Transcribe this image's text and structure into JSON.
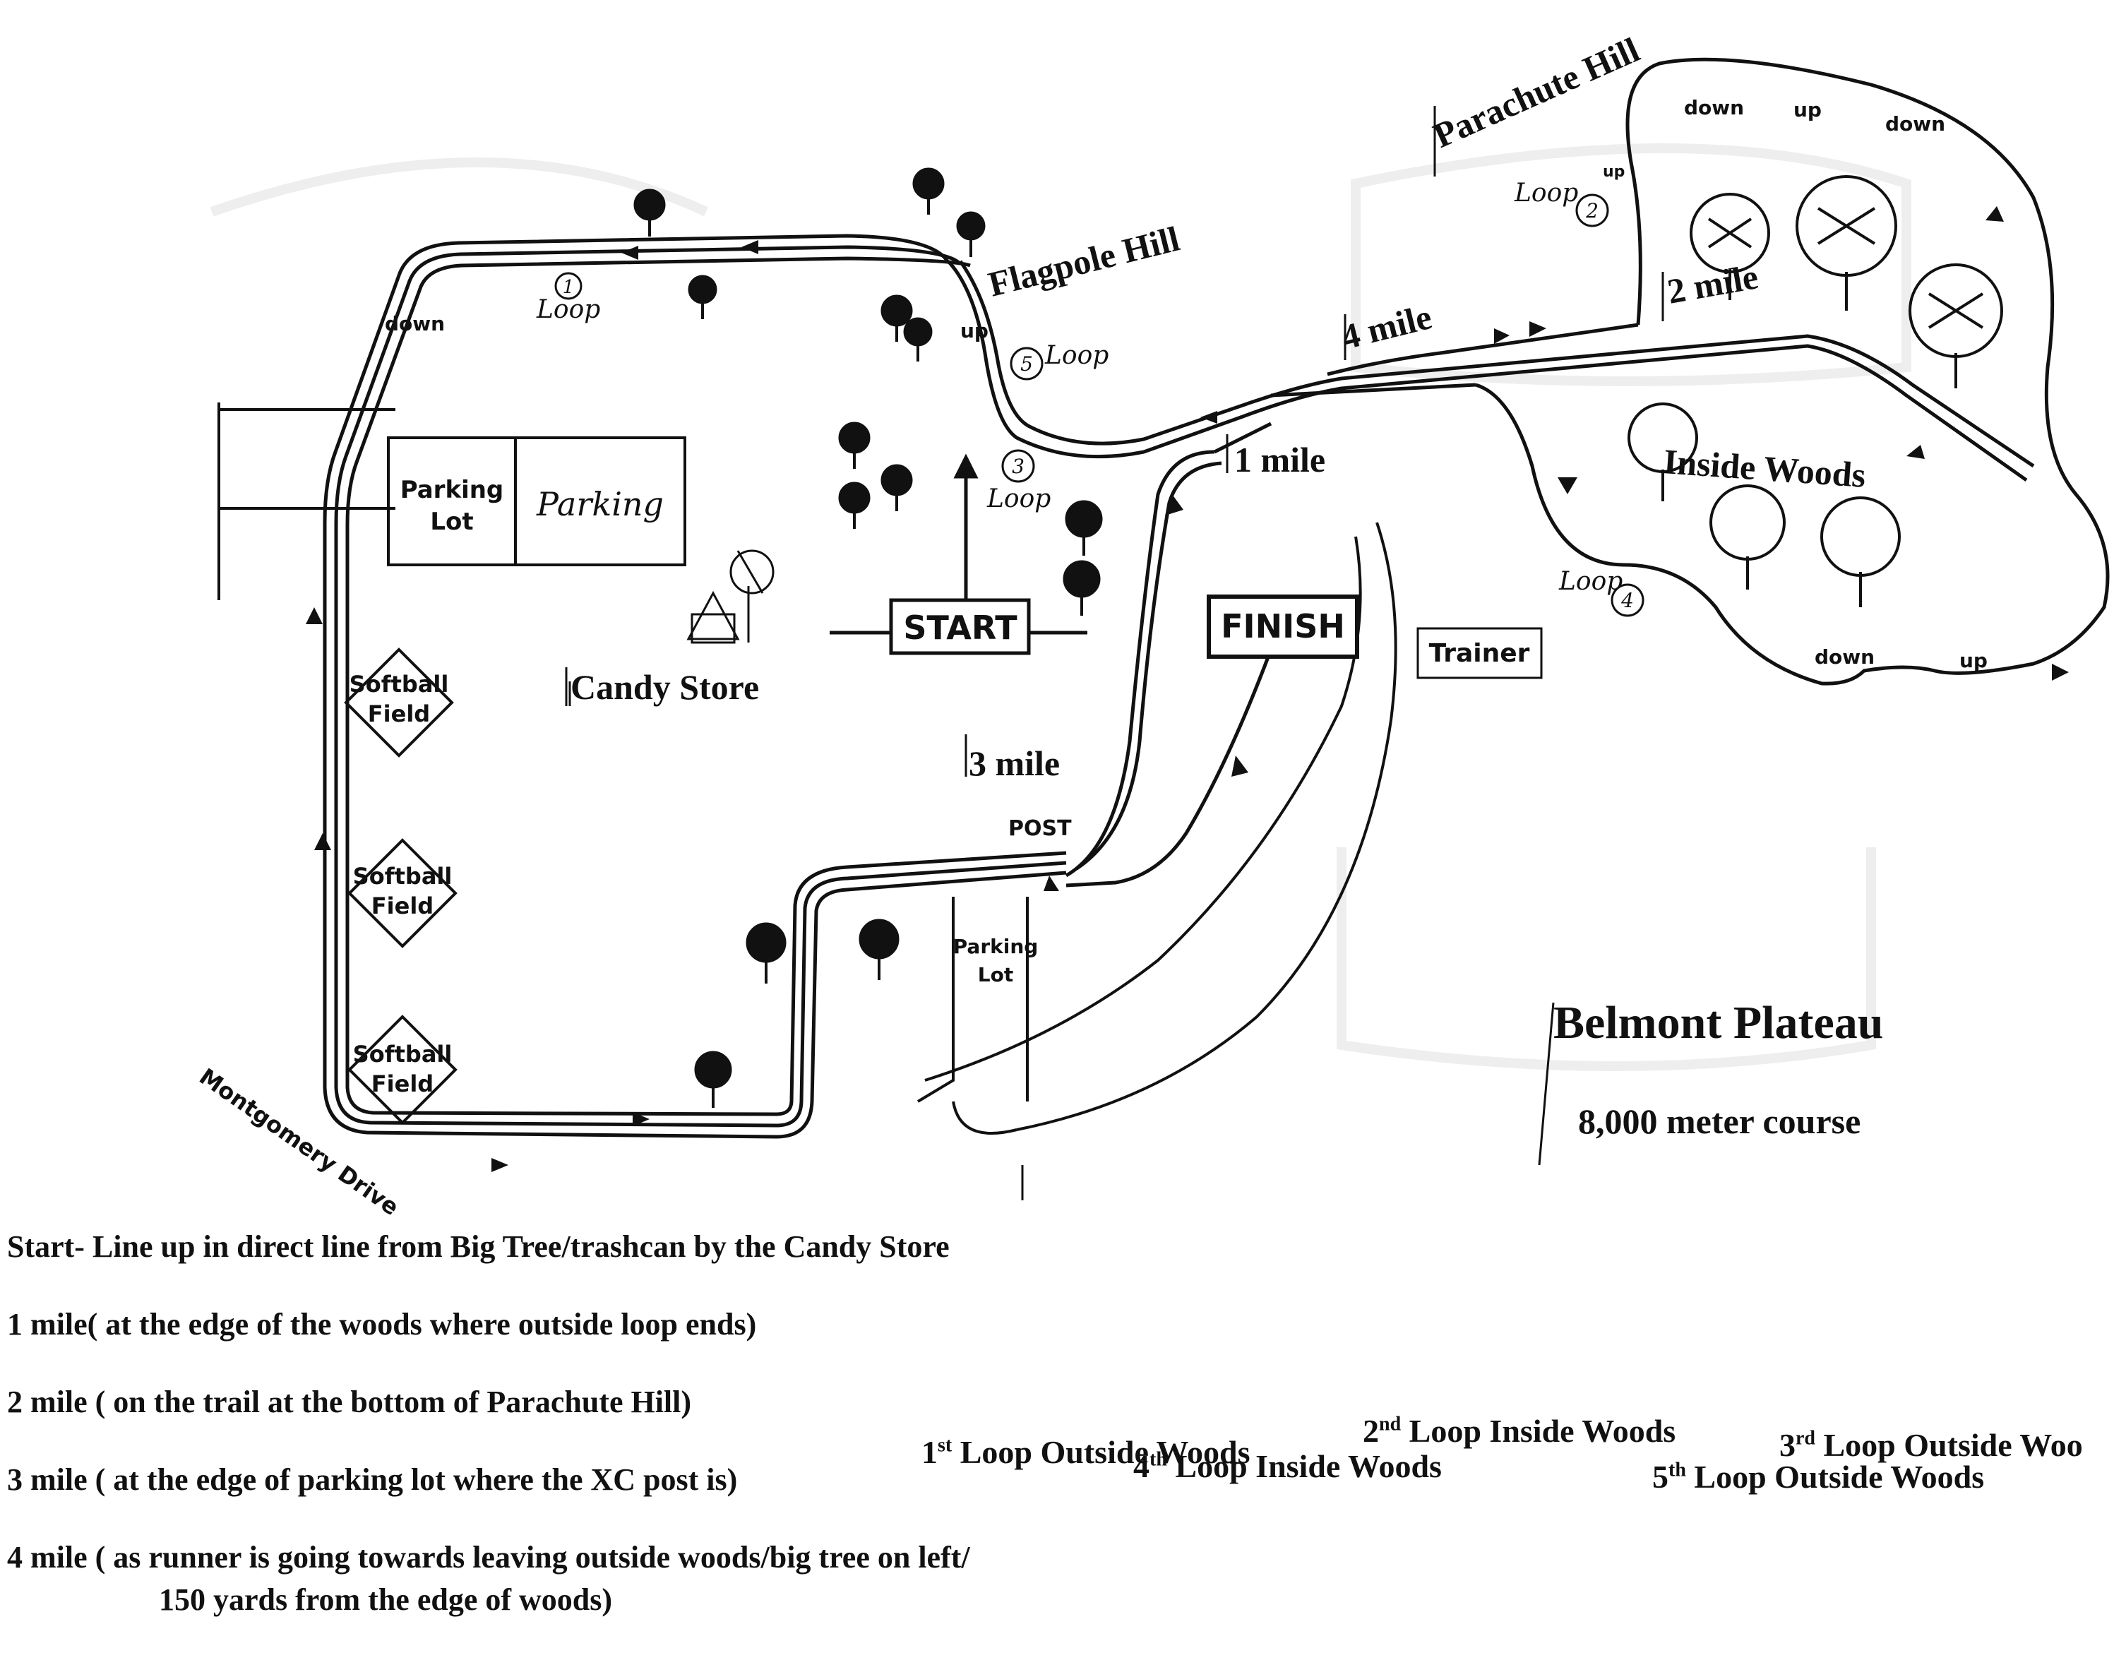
{
  "map": {
    "title": "Belmont Plateau",
    "subtitle": "8,000 meter course",
    "labels": {
      "start": "START",
      "finish": "FINISH",
      "trainer": "Trainer",
      "candy_store": "Candy Store",
      "parking_lot_top": "Parking Lot",
      "parking_handwritten": "Parking",
      "parking_lot_bottom": "Parking Lot",
      "softball_1": "Softball Field",
      "softball_2": "Softball Field",
      "softball_3": "Softball Field",
      "montgomery_drive": "Montgomery Drive",
      "flagpole_hill": "Flagpole Hill",
      "parachute_hill": "Parachute Hill",
      "inside_woods": "Inside Woods",
      "post": "POST",
      "mile_1": "1 mile",
      "mile_2": "2 mile",
      "mile_3": "3 mile",
      "mile_4": "4 mile",
      "down": "down",
      "up": "up",
      "loop": "Loop",
      "loop_numbers": [
        "1",
        "2",
        "3",
        "4",
        "5"
      ]
    }
  },
  "legend": {
    "start": "Start- Line up in direct line from Big Tree/trashcan by the Candy Store",
    "mile1": "1 mile(  at the edge of the woods where outside loop ends)",
    "mile2": "2 mile ( on the trail at the bottom of Parachute Hill)",
    "mile3": "3 mile ( at the edge of parking lot where the XC post is)",
    "mile4_line1": "4 mile ( as runner is going towards leaving outside woods/big tree on left/",
    "mile4_line2": "150 yards from the edge of woods)"
  },
  "loops": {
    "l1_num": "1",
    "l1_sup": "st",
    "l1_text": " Loop Outside Woods",
    "l2_num": "2",
    "l2_sup": "nd",
    "l2_text": " Loop Inside Woods",
    "l3_num": "3",
    "l3_sup": "rd",
    "l3_text": " Loop Outside Woo",
    "l4_num": "4",
    "l4_sup": "th",
    "l4_text": " Loop Inside Woods",
    "l5_num": "5",
    "l5_sup": "th",
    "l5_text": " Loop Outside Woods"
  }
}
